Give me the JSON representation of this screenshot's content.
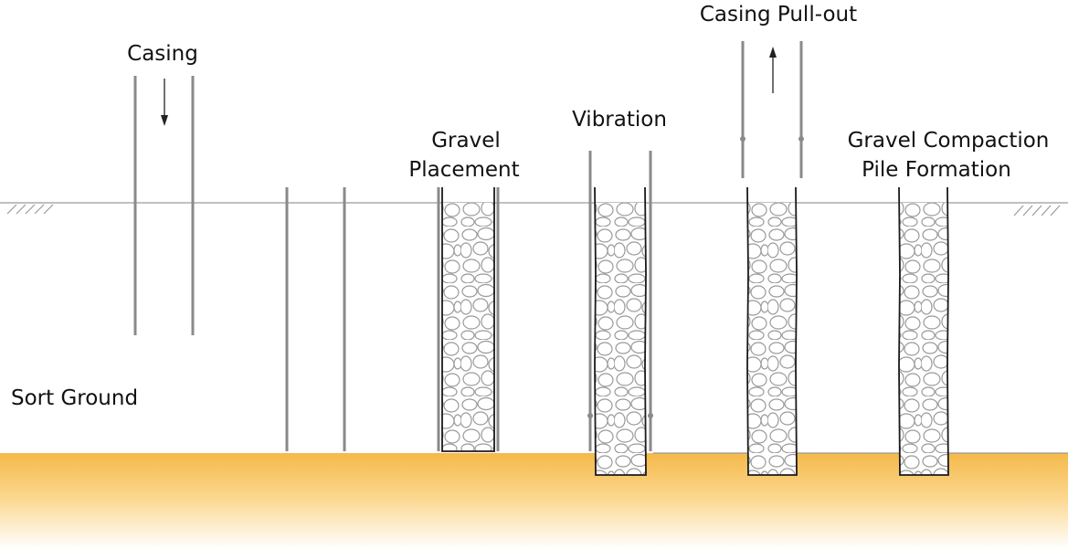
{
  "labels": {
    "casing": "Casing",
    "gravel_placement_line1": "Gravel",
    "gravel_placement_line2": "Placement",
    "vibration": "Vibration",
    "casing_pullout": "Casing Pull-out",
    "gravel_compaction_line1": "Gravel Compaction",
    "gravel_compaction_line2": "Pile Formation",
    "soft_ground": "Sort Ground"
  },
  "colors": {
    "ground_top": "#f5b94a",
    "ground_bottom": "#ffffff",
    "casing": "#8a8a8a",
    "pile_outline": "#1a1a1a",
    "gravel_stroke": "#9a9a9a",
    "ground_line": "#9a9a9a"
  }
}
